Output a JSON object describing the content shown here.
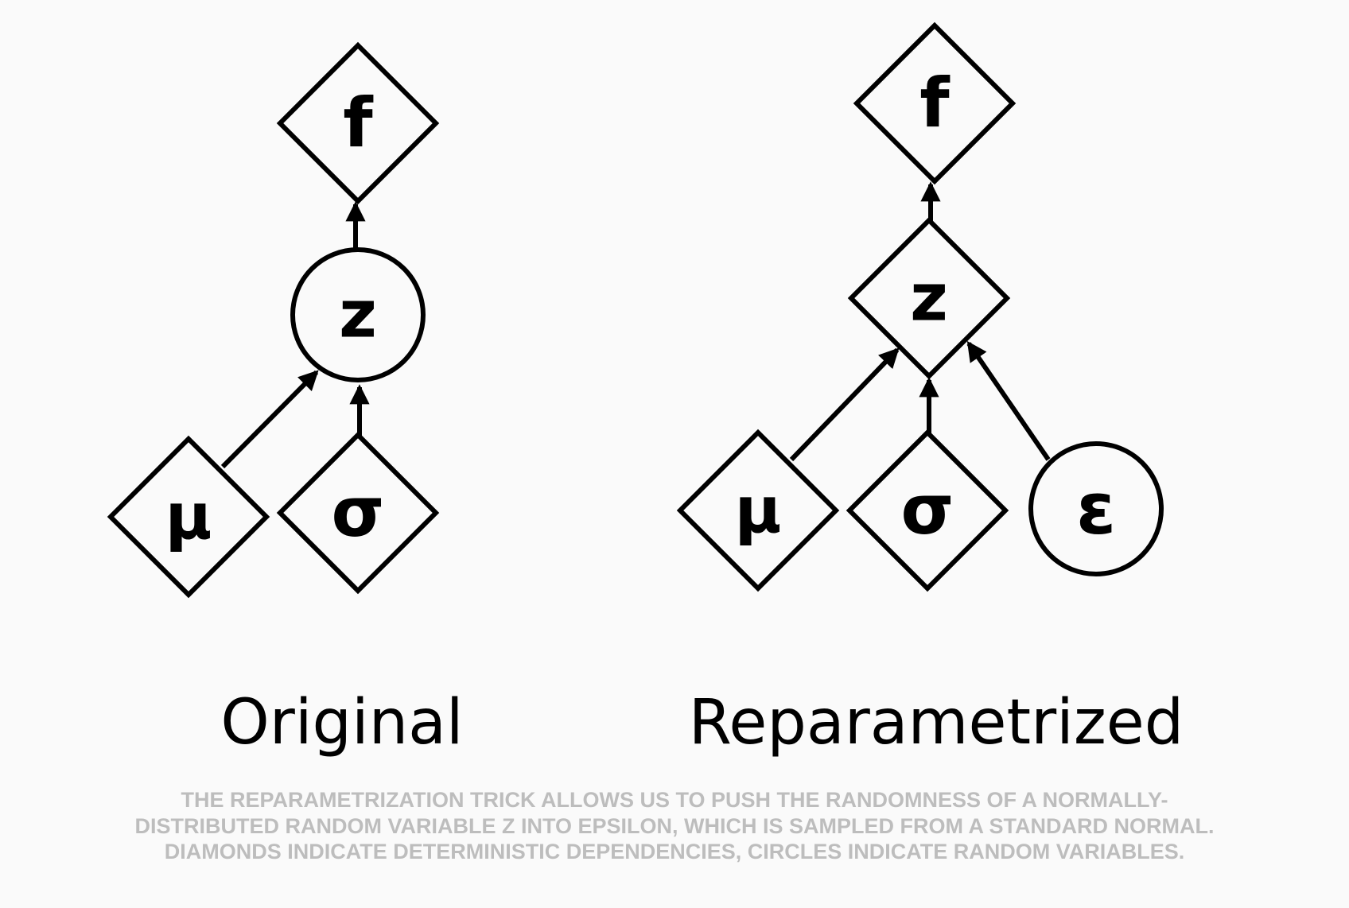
{
  "diagrams": [
    {
      "title": "Original",
      "nodes": [
        {
          "id": "f",
          "label": "f",
          "shape": "diamond"
        },
        {
          "id": "z",
          "label": "z",
          "shape": "circle"
        },
        {
          "id": "mu",
          "label": "μ",
          "shape": "diamond"
        },
        {
          "id": "sigma",
          "label": "σ",
          "shape": "diamond"
        }
      ],
      "edges": [
        {
          "from": "z",
          "to": "f"
        },
        {
          "from": "mu",
          "to": "z"
        },
        {
          "from": "sigma",
          "to": "z"
        }
      ]
    },
    {
      "title": "Reparametrized",
      "nodes": [
        {
          "id": "f",
          "label": "f",
          "shape": "diamond"
        },
        {
          "id": "z",
          "label": "z",
          "shape": "diamond"
        },
        {
          "id": "mu",
          "label": "μ",
          "shape": "diamond"
        },
        {
          "id": "sigma",
          "label": "σ",
          "shape": "diamond"
        },
        {
          "id": "epsilon",
          "label": "ε",
          "shape": "circle"
        }
      ],
      "edges": [
        {
          "from": "z",
          "to": "f"
        },
        {
          "from": "mu",
          "to": "z"
        },
        {
          "from": "sigma",
          "to": "z"
        },
        {
          "from": "epsilon",
          "to": "z"
        }
      ]
    }
  ],
  "caption": "THE REPARAMETRIZATION TRICK ALLOWS US TO PUSH THE RANDOMNESS OF A NORMALLY-DISTRIBUTED RANDOM VARIABLE Z INTO EPSILON, WHICH IS SAMPLED FROM A STANDARD NORMAL. DIAMONDS INDICATE DETERMINISTIC DEPENDENCIES, CIRCLES INDICATE RANDOM VARIABLES.",
  "colors": {
    "stroke": "#000000",
    "background": "#fafafa",
    "caption": "#bdbdbd"
  }
}
